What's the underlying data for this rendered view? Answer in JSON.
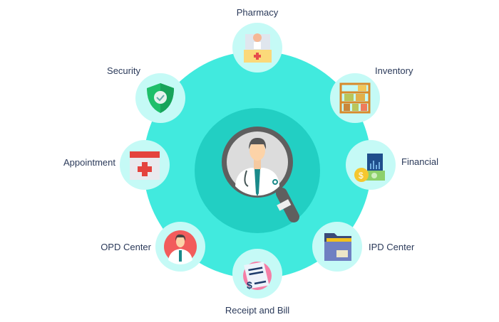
{
  "center": {
    "label": "",
    "icon": "doctor-magnifier-icon"
  },
  "modules": [
    {
      "label": "Pharmacy",
      "icon": "pharmacy-icon"
    },
    {
      "label": "Security",
      "icon": "shield-check-icon"
    },
    {
      "label": "Inventory",
      "icon": "shelf-boxes-icon"
    },
    {
      "label": "Appointment",
      "icon": "calendar-cross-icon"
    },
    {
      "label": "Financial",
      "icon": "money-chart-icon"
    },
    {
      "label": "OPD Center",
      "icon": "doctor-avatar-icon"
    },
    {
      "label": "IPD Center",
      "icon": "folder-icon"
    },
    {
      "label": "Receipt and Bill",
      "icon": "receipt-icon"
    }
  ],
  "colors": {
    "outer_ring": "#41eade",
    "inner_circle": "#22cfc3",
    "module_bubble": "#c5faf6",
    "text": "#2b3a5a"
  }
}
